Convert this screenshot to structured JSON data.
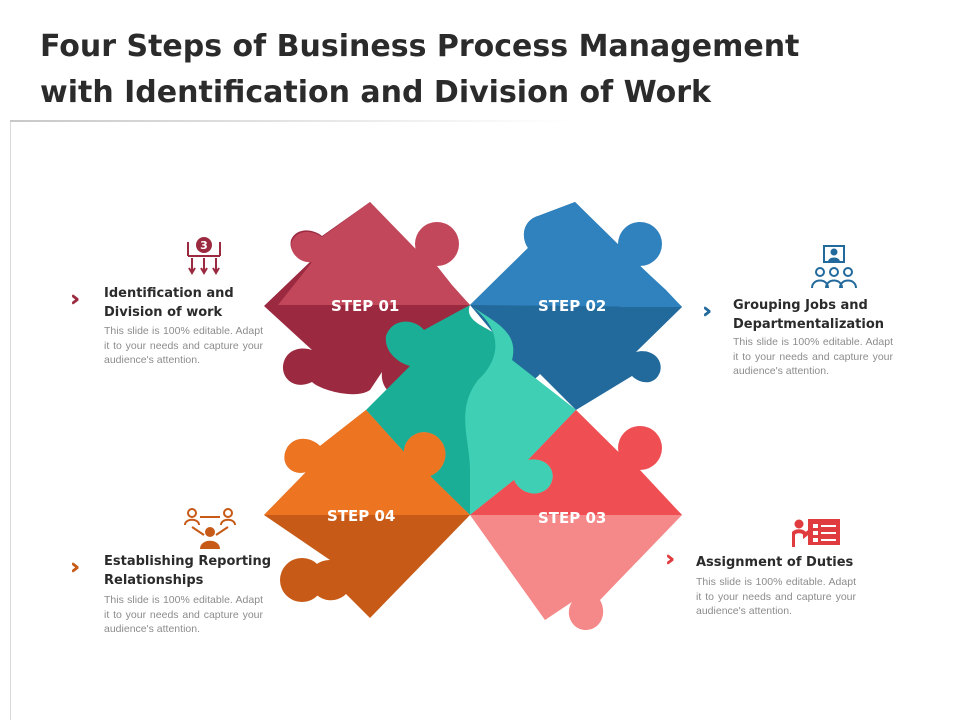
{
  "slide": {
    "title": "Four Steps of Business Process Management with Identification and Division of Work"
  },
  "colors": {
    "step1": "#c2475a",
    "step1_dark": "#9b2a40",
    "step2": "#2f82bd",
    "step2_dark": "#236a9c",
    "step3": "#ef4e52",
    "step3_light": "#f58888",
    "step4": "#ed7522",
    "step4_dark": "#c75a16",
    "center": "#1aae97",
    "center_light": "#3ecfb4"
  },
  "steps": [
    {
      "label": "STEP 01",
      "title_line1": "Identification and",
      "title_line2": "Division of work",
      "desc": "This slide is 100% editable. Adapt it to your needs and capture your audience's attention.",
      "icon": "division-of-work-icon",
      "icon_badge": "3"
    },
    {
      "label": "STEP 02",
      "title_line1": "Grouping Jobs and",
      "title_line2": "Departmentalization",
      "desc": "This slide is 100% editable. Adapt it to your needs and capture your audience's attention.",
      "icon": "team-group-icon"
    },
    {
      "label": "STEP 03",
      "title_line1": "Assignment of Duties",
      "title_line2": "",
      "desc": "This slide is 100% editable. Adapt it to your needs and capture your audience's attention.",
      "icon": "presentation-board-icon"
    },
    {
      "label": "STEP 04",
      "title_line1": "Establishing Reporting",
      "title_line2": "Relationships",
      "desc": "This slide is 100% editable. Adapt it to your needs and capture your audience's attention.",
      "icon": "reporting-network-icon"
    }
  ]
}
